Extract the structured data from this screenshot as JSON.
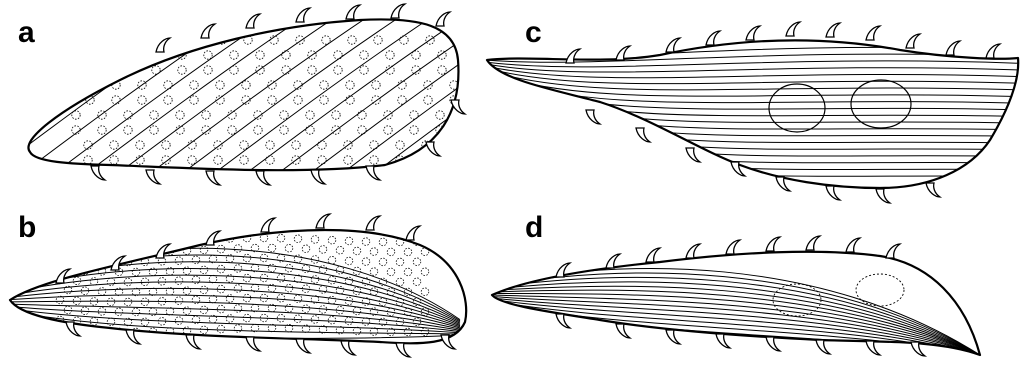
{
  "figure": {
    "panels": [
      {
        "label": "a",
        "icon": "ciliate-cell-oblique-dotted"
      },
      {
        "label": "b",
        "icon": "ciliate-cell-longitudinal-dotted"
      },
      {
        "label": "c",
        "icon": "ciliate-cell-elongate-two-nuclei"
      },
      {
        "label": "d",
        "icon": "ciliate-cell-tapered-two-nuclei"
      }
    ]
  }
}
